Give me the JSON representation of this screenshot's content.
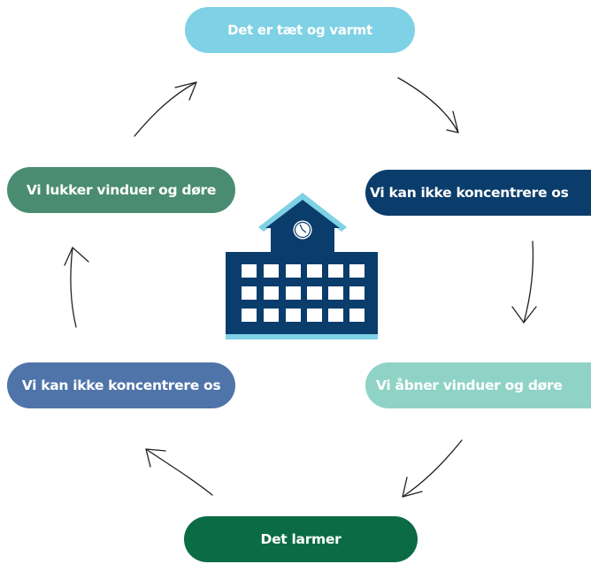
{
  "cycle": {
    "steps": [
      {
        "label": "Det er tæt og varmt",
        "color": "#7fd1e5"
      },
      {
        "label": "Vi kan ikke koncentrere os",
        "color": "#0a3d6b"
      },
      {
        "label": "Vi åbner vinduer og døre",
        "color": "#8fd3c6"
      },
      {
        "label": "Det larmer",
        "color": "#0b6b45"
      },
      {
        "label": "Vi kan ikke koncentrere os",
        "color": "#4f74a9"
      },
      {
        "label": "Vi lukker vinduer og døre",
        "color": "#4a8c72"
      }
    ]
  },
  "center_icon": {
    "name": "school-building-icon",
    "primary_color": "#0a3d6b",
    "accent_color": "#7fd1e5"
  },
  "arrow_style": {
    "color": "#222222",
    "direction": "clockwise"
  }
}
